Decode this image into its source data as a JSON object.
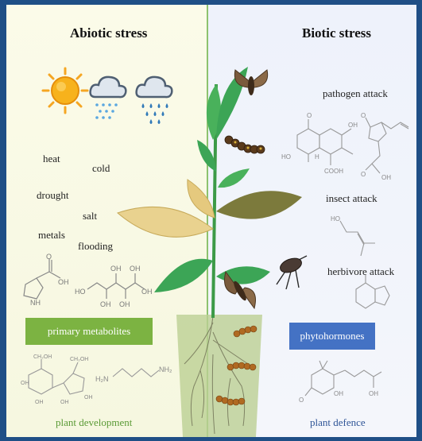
{
  "left": {
    "title": "Abiotic stress",
    "labels": {
      "heat": "heat",
      "cold": "cold",
      "drought": "drought",
      "salt": "salt",
      "metals": "metals",
      "flooding": "flooding"
    },
    "metabolites_box": "primary metabolites",
    "footer": "plant development",
    "chem": {
      "oh": "OH",
      "nh": "NH",
      "ho": "HO",
      "o": "O",
      "h2n": "H₂N",
      "nh2": "NH₂",
      "ch2oh": "CH₂OH"
    }
  },
  "right": {
    "title": "Biotic stress",
    "labels": {
      "pathogen": "pathogen attack",
      "insect": "insect attack",
      "herbivore": "herbivore attack"
    },
    "hormones_box": "phytohormones",
    "footer": "plant defence",
    "chem": {
      "oh": "OH",
      "ho": "HO",
      "h": "H",
      "cooh": "COOH",
      "o": "O"
    }
  },
  "colors": {
    "frame": "#1f4f86",
    "left_bg": "#f6f7e0",
    "right_bg": "#eef2fb",
    "metabolites_box": "#7cb342",
    "hormones_box": "#4472c4",
    "left_footer": "#5a9a35",
    "right_footer": "#2f5597",
    "divider": "#8dc26e"
  },
  "icons": [
    "sun-icon",
    "snow-cloud-icon",
    "rain-cloud-icon",
    "moth-icon",
    "caterpillar-icon",
    "beetle-icon",
    "grub-icon"
  ]
}
